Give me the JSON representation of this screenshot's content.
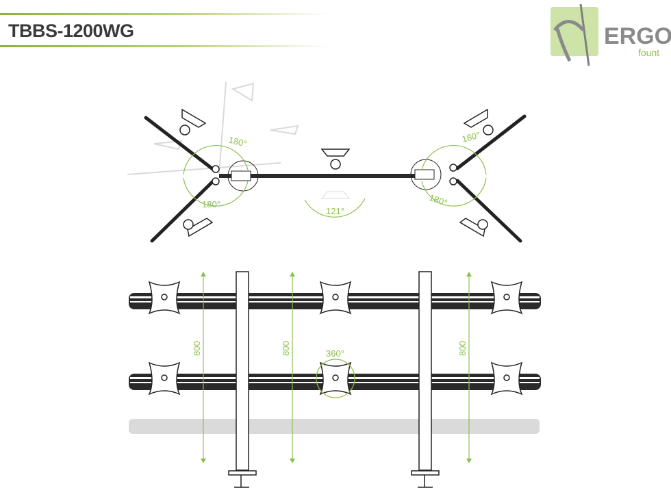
{
  "header": {
    "title": "TBBS-1200WG"
  },
  "logo": {
    "brand": "ERGO",
    "sub": "fount"
  },
  "top_view": {
    "angle_upper_left": "180°",
    "angle_lower_left": "180°",
    "angle_upper_right": "180°",
    "angle_lower_right": "180°",
    "angle_center_tilt": "121°"
  },
  "front_view": {
    "height_left": "800",
    "height_center": "800",
    "height_right": "800",
    "rotation_center": "360°"
  },
  "colors": {
    "accent": "#8cc04a",
    "text": "#3a3a3a",
    "line": "#2a2a2a"
  }
}
